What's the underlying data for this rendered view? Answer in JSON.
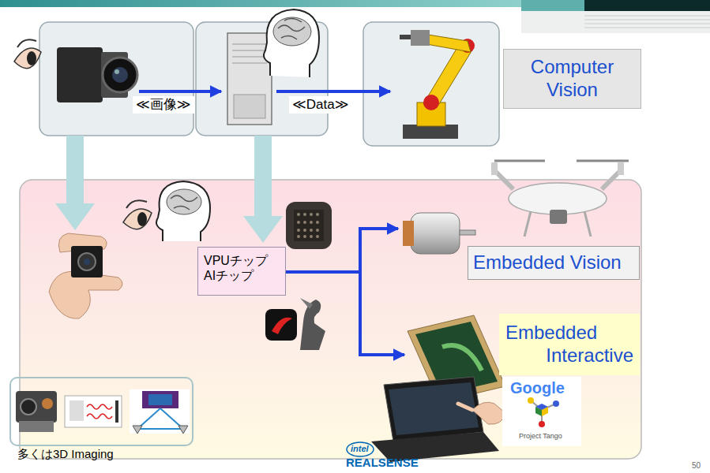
{
  "diagram": {
    "nodes": [
      {
        "text": [
          "Computer Vision"
        ]
      },
      {
        "text": [
          "VPUチップ AIチップ"
        ]
      },
      {
        "text": [
          "Embedded Vision"
        ]
      },
      {
        "text": [
          "Embedded Interactive"
        ]
      },
      {
        "text": [
          "多くは3D Imaging"
        ]
      }
    ],
    "labels": [
      "≪画像≫",
      "≪Data≫",
      "Google",
      "Project Tango",
      "intel",
      "REALSENSE",
      "50"
    ]
  }
}
